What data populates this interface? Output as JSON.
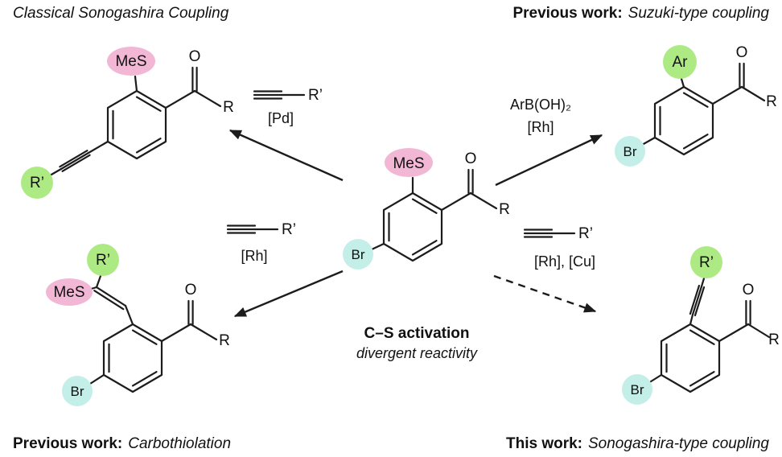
{
  "captions": {
    "top_left": {
      "desc": "Classical Sonogashira Coupling"
    },
    "top_right": {
      "work": "Previous work:",
      "desc": "Suzuki-type coupling"
    },
    "bottom_left": {
      "work": "Previous work:",
      "desc": "Carbothiolation"
    },
    "bottom_right": {
      "work": "This work:",
      "desc": "Sonogashira-type coupling"
    }
  },
  "center_caption": {
    "title": "C–S activation",
    "subtitle": "divergent reactivity"
  },
  "arrows": {
    "nw": {
      "reagent": "R’",
      "catalyst": "[Pd]"
    },
    "ne": {
      "reagent": "ArB(OH)₂",
      "catalyst": "[Rh]"
    },
    "sw": {
      "reagent": "R’",
      "catalyst": "[Rh]"
    },
    "se": {
      "reagent": "R’",
      "catalyst": "[Rh], [Cu]"
    }
  },
  "labels": {
    "mes": "MeS",
    "br": "Br",
    "ar": "Ar",
    "r_prime": "R’",
    "oxygen": "O",
    "r_group": "R"
  },
  "colors": {
    "thioether_pink": "#f2b7d5",
    "alkyne_green": "#aeea84",
    "bromide_cyan": "#c3efe8"
  }
}
